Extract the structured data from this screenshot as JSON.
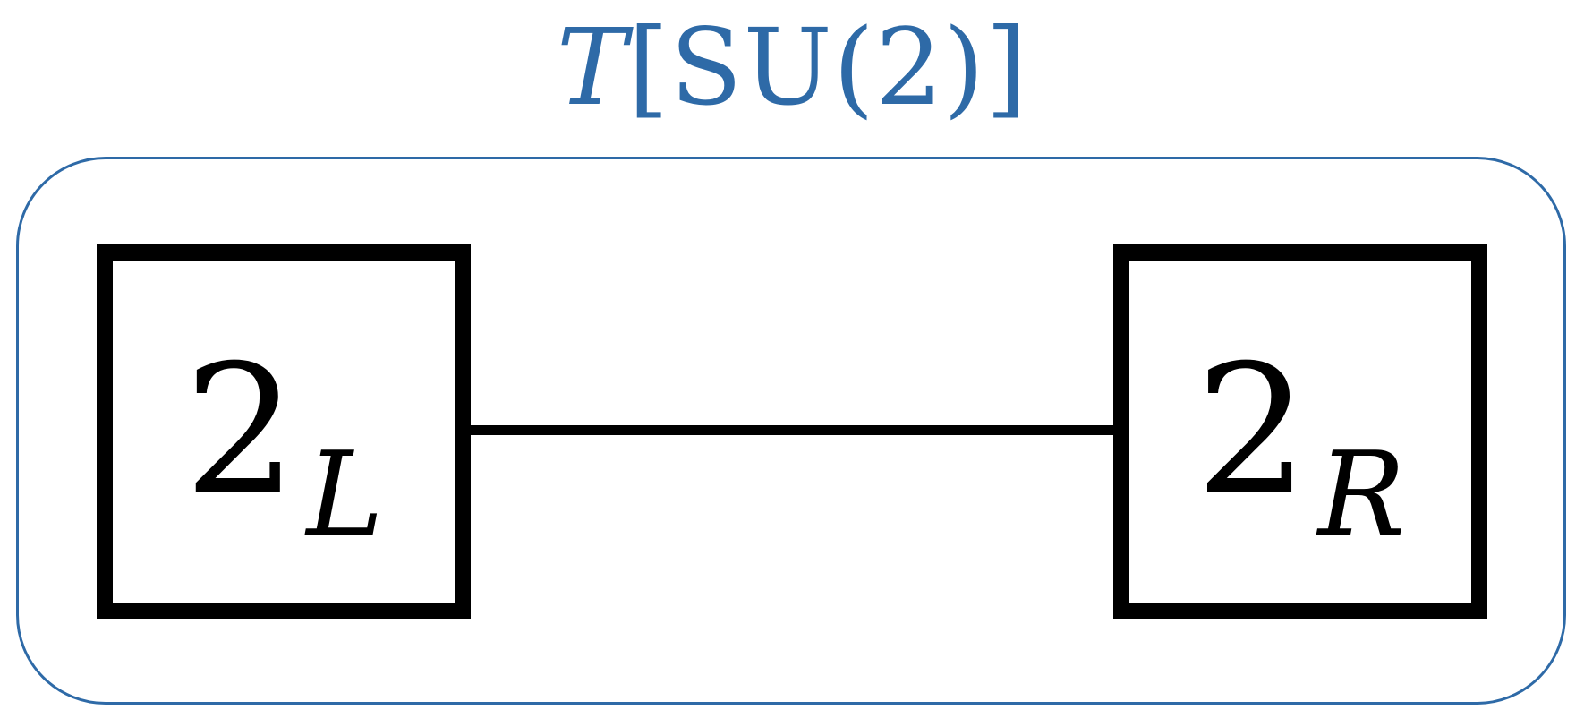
{
  "title": {
    "italic_part": "T",
    "bracket_open": "[",
    "group": "SU(2)",
    "bracket_close": "]"
  },
  "nodes": [
    {
      "main": "2",
      "subscript": "L"
    },
    {
      "main": "2",
      "subscript": "R"
    }
  ],
  "colors": {
    "accent": "#2e6aa7",
    "node_border": "#000000",
    "edge": "#000000",
    "background": "#ffffff"
  }
}
